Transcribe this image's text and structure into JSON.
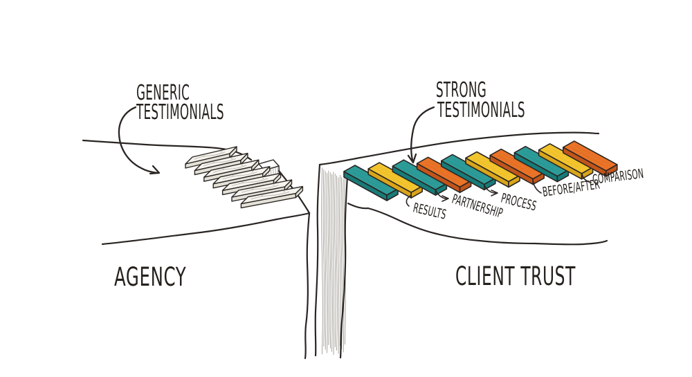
{
  "annotations": {
    "generic": {
      "line1": "GENERIC",
      "line2": "TESTIMONIALS"
    },
    "strong": {
      "line1": "STRONG",
      "line2": "TESTIMONIALS"
    }
  },
  "ground_labels": {
    "left": "AGENCY",
    "right": "CLIENT TRUST"
  },
  "bridge": {
    "plank_colors": [
      "teal",
      "yellow",
      "teal",
      "orange",
      "teal",
      "yellow",
      "orange",
      "teal",
      "yellow",
      "orange"
    ],
    "labels": [
      {
        "text": "RESULTS",
        "attached_plank": 2
      },
      {
        "text": "PARTNERSHIP",
        "attached_plank": 3
      },
      {
        "text": "PROCESS",
        "attached_plank": 5
      },
      {
        "text": "BEFORE/AFTER",
        "attached_plank": 7
      },
      {
        "text": "COMPARISON",
        "attached_plank": 9
      }
    ]
  },
  "generic_planks": {
    "count": 7,
    "style": "plain wood"
  },
  "colors": {
    "teal": "#2D9C99",
    "teal_dark": "#177B79",
    "yellow": "#F2C52E",
    "yellow_dark": "#D9A51A",
    "orange": "#E97327",
    "orange_dark": "#C2551B",
    "plank_gray": "#F4F3EE",
    "plank_gray_side": "#E3E1D8",
    "ink": "#2A2522",
    "grain": "#B9B5AB",
    "wall_hatch": "#8D887E",
    "ground_hatch": "#A6A198",
    "paper": "#FFFFFF"
  }
}
